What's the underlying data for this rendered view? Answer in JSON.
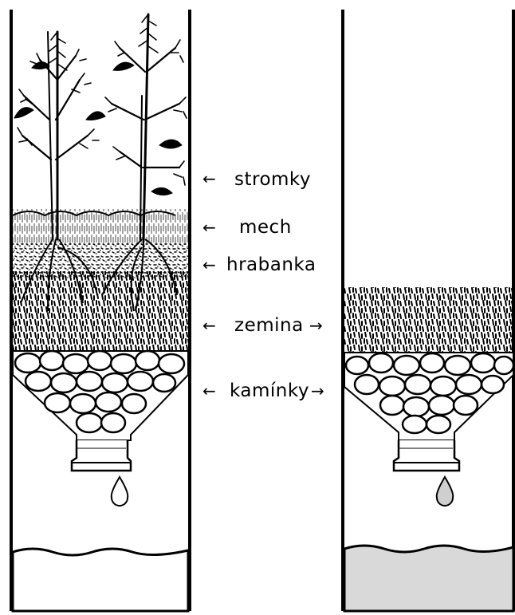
{
  "labels": {
    "stromky": "stromky",
    "mech": "mech",
    "hrabanka": "hrabanka",
    "zemina": "zemina",
    "kaminky": "kamínky"
  },
  "arrows": {
    "left": "←",
    "right": "→"
  },
  "colors": {
    "ink": "#000000",
    "background": "#ffffff",
    "filtered_water": "#ffffff",
    "unfiltered_water": "#d9d9d9",
    "drop_right": "#cfcfcf"
  }
}
